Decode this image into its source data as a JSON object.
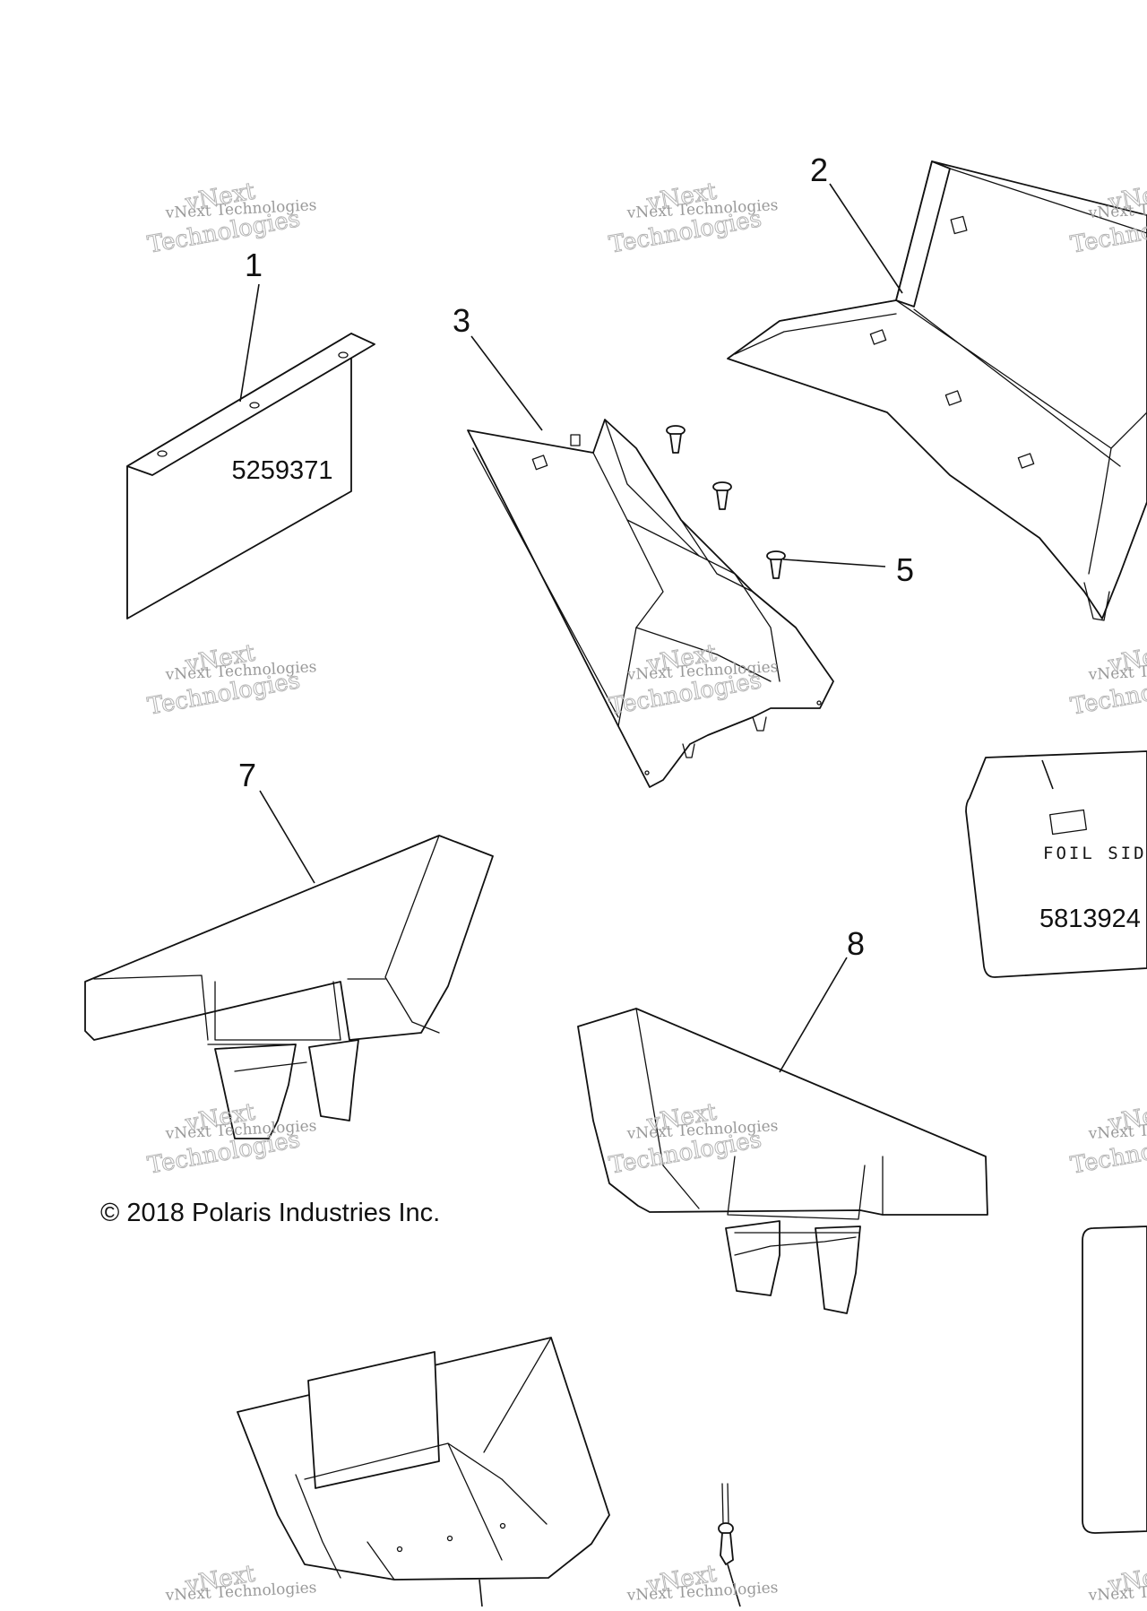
{
  "callouts": [
    {
      "label": "1"
    },
    {
      "label": "2"
    },
    {
      "label": "3"
    },
    {
      "label": "5"
    },
    {
      "label": "7"
    },
    {
      "label": "8"
    }
  ],
  "part_numbers": {
    "part1": "5259371",
    "part6": "5813924"
  },
  "foil_label": "FOIL SIDE",
  "copyright": "© 2018 Polaris Industries Inc.",
  "watermark": {
    "line1": "vNext Technologies",
    "line2": "Technologies",
    "line3": "vNext"
  }
}
